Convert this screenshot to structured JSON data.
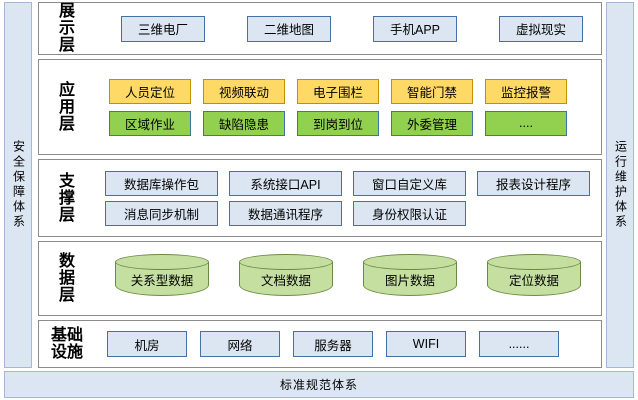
{
  "rails": {
    "left": {
      "name": "security-assurance-system",
      "text": "安全保障体系"
    },
    "right": {
      "name": "operation-maintenance-system",
      "text": "运行维护体系"
    }
  },
  "standards_bar": {
    "text": "标准规范体系"
  },
  "colors": {
    "rail_fill": "#DCE6F2",
    "rail_border": "#A6B8D4",
    "blue_fill": "#DCE6F2",
    "blue_border": "#4472A8",
    "orange_fill": "#FFD966",
    "orange_border": "#BF9000",
    "green_fill": "#92D050",
    "green_border": "#4472A8",
    "cylinder_fill": "#C5DFA1",
    "cylinder_border": "#6B8A43",
    "layer_border": "#8C8C8C",
    "background": "#FFFFFF"
  },
  "layers": [
    {
      "id": "presentation",
      "label": "展示层",
      "rows": [
        {
          "nodes": [
            {
              "label": "三维电厂",
              "style": "blue"
            },
            {
              "label": "二维地图",
              "style": "blue"
            },
            {
              "label": "手机APP",
              "style": "blue"
            },
            {
              "label": "虚拟现实",
              "style": "blue"
            }
          ]
        }
      ]
    },
    {
      "id": "application",
      "label": "应用层",
      "rows": [
        {
          "nodes": [
            {
              "label": "人员定位",
              "style": "orange"
            },
            {
              "label": "视频联动",
              "style": "orange"
            },
            {
              "label": "电子围栏",
              "style": "orange"
            },
            {
              "label": "智能门禁",
              "style": "orange"
            },
            {
              "label": "监控报警",
              "style": "orange"
            }
          ]
        },
        {
          "nodes": [
            {
              "label": "区域作业",
              "style": "green"
            },
            {
              "label": "缺陷隐患",
              "style": "green"
            },
            {
              "label": "到岗到位",
              "style": "green"
            },
            {
              "label": "外委管理",
              "style": "green"
            },
            {
              "label": "....",
              "style": "green"
            }
          ]
        }
      ]
    },
    {
      "id": "support",
      "label": "支撑层",
      "rows": [
        {
          "nodes": [
            {
              "label": "数据库操作包",
              "style": "blue"
            },
            {
              "label": "系统接口API",
              "style": "blue"
            },
            {
              "label": "窗口自定义库",
              "style": "blue"
            },
            {
              "label": "报表设计程序",
              "style": "blue"
            }
          ]
        },
        {
          "nodes": [
            {
              "label": "消息同步机制",
              "style": "blue"
            },
            {
              "label": "数据通讯程序",
              "style": "blue"
            },
            {
              "label": "身份权限认证",
              "style": "blue"
            }
          ]
        }
      ]
    },
    {
      "id": "data",
      "label": "数据层",
      "rows": [
        {
          "nodes": [
            {
              "label": "关系型数据",
              "style": "cylinder"
            },
            {
              "label": "文档数据",
              "style": "cylinder"
            },
            {
              "label": "图片数据",
              "style": "cylinder"
            },
            {
              "label": "定位数据",
              "style": "cylinder"
            }
          ]
        }
      ]
    },
    {
      "id": "infra",
      "label": "基础设施",
      "rows": [
        {
          "nodes": [
            {
              "label": "机房",
              "style": "blue"
            },
            {
              "label": "网络",
              "style": "blue"
            },
            {
              "label": "服务器",
              "style": "blue"
            },
            {
              "label": "WIFI",
              "style": "blue"
            },
            {
              "label": "......",
              "style": "blue"
            }
          ]
        }
      ]
    }
  ]
}
